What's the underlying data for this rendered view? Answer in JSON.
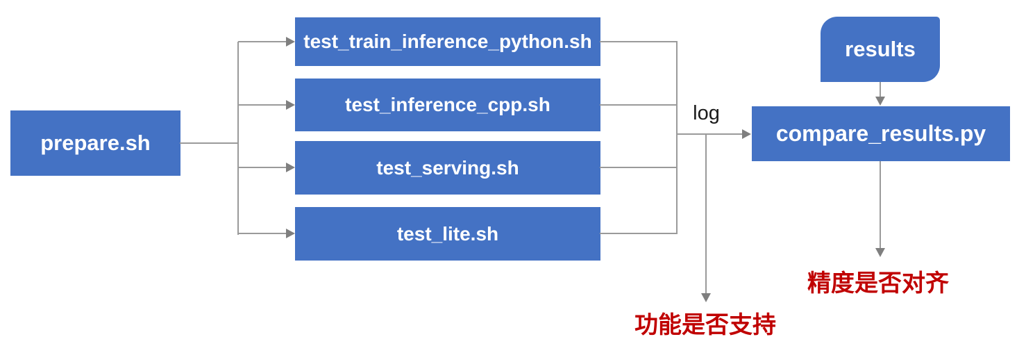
{
  "diagram": {
    "nodes": {
      "prepare": {
        "label": "prepare.sh"
      },
      "tests": [
        {
          "label": "test_train_inference_python.sh"
        },
        {
          "label": "test_inference_cpp.sh"
        },
        {
          "label": "test_serving.sh"
        },
        {
          "label": "test_lite.sh"
        }
      ],
      "results": {
        "label": "results"
      },
      "compare": {
        "label": "compare_results.py"
      }
    },
    "edge_labels": {
      "log": "log"
    },
    "annotations": {
      "function_support": "功能是否支持",
      "precision_aligned": "精度是否对齐"
    },
    "colors": {
      "node_fill": "#4472C4",
      "node_text": "#ffffff",
      "connector_line": "#9a9a9a",
      "arrowhead": "#7f7f7f",
      "annotation_text": "#C00000",
      "edge_label_text": "#1a1a1a",
      "background": "#ffffff"
    }
  }
}
